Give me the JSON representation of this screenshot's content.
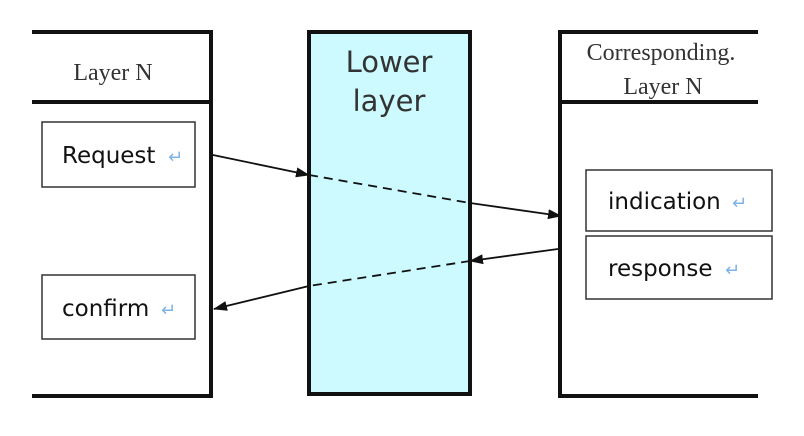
{
  "left_entity": {
    "title": "Layer N"
  },
  "middle_entity": {
    "title_line1": "Lower",
    "title_line2": "layer",
    "fill_color": "#ccfaff"
  },
  "right_entity": {
    "title_line1": "Corresponding.",
    "title_line2": "Layer N"
  },
  "primitives": {
    "request": "Request",
    "indication": "indication",
    "response": "response",
    "confirm": "confirm"
  },
  "paragraph_mark": "↵",
  "icons": {
    "return_mark": "return-arrow-icon"
  }
}
